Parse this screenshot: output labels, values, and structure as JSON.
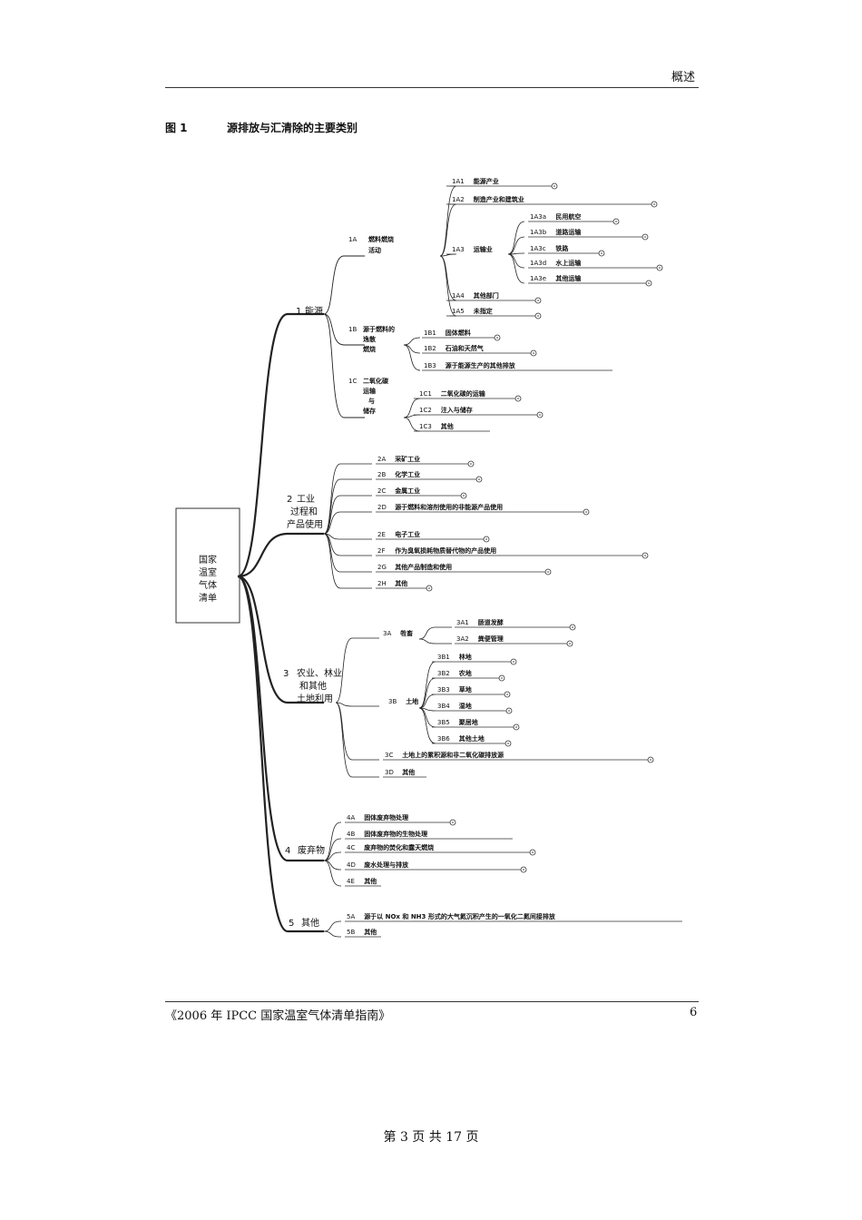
{
  "header": {
    "section": "概述"
  },
  "figure": {
    "number": "图 1",
    "title": "源排放与汇清除的主要类别"
  },
  "root": "国家温室气体清单",
  "diagram": {
    "nodes": [
      {
        "code": "1",
        "name": "能源",
        "lines": [
          "能源"
        ],
        "level": 1,
        "endFrac": null
      },
      {
        "code": "1A",
        "name": "燃料燃烧活动",
        "lines": [
          "燃料燃烧",
          "活动"
        ],
        "level": 2,
        "endFrac": null
      },
      {
        "code": "1A1",
        "name": "能源产业",
        "lines": [
          "能源产业"
        ],
        "level": 3,
        "endFrac": 0.4
      },
      {
        "code": "1A2",
        "name": "制造产业和建筑业",
        "lines": [
          "制造产业和建筑业"
        ],
        "level": 3,
        "endFrac": 0.6
      },
      {
        "code": "1A3",
        "name": "运输业",
        "lines": [
          "运输业"
        ],
        "level": 3,
        "endFrac": null
      },
      {
        "code": "1A3a",
        "name": "民用航空",
        "lines": [
          "民用航空"
        ],
        "level": 4,
        "endFrac": 0.5
      },
      {
        "code": "1A3b",
        "name": "道路运输",
        "lines": [
          "道路运输"
        ],
        "level": 4,
        "endFrac": 0.6
      },
      {
        "code": "1A3c",
        "name": "铁路",
        "lines": [
          "铁路"
        ],
        "level": 4,
        "endFrac": 0.2
      },
      {
        "code": "1A3d",
        "name": "水上运输",
        "lines": [
          "水上运输"
        ],
        "level": 4,
        "endFrac": 0.7
      },
      {
        "code": "1A3e",
        "name": "其他运输",
        "lines": [
          "其他运输"
        ],
        "level": 4,
        "endFrac": 0.6
      },
      {
        "code": "1A4",
        "name": "其他部门",
        "lines": [
          "其他部门"
        ],
        "level": 3,
        "endFrac": 0.2
      },
      {
        "code": "1A5",
        "name": "未指定",
        "lines": [
          "未指定"
        ],
        "level": 3,
        "endFrac": 0.2
      },
      {
        "code": "1B",
        "name": "源于燃料的逸散燃烧",
        "lines": [
          "源于燃料的",
          "逸散",
          "燃烧"
        ],
        "level": 2,
        "endFrac": null
      },
      {
        "code": "1B1",
        "name": "固体燃料",
        "lines": [
          "固体燃料"
        ],
        "level": 3,
        "endFrac": 0.2
      },
      {
        "code": "1B2",
        "name": "石油和天然气",
        "lines": [
          "石油和天然气"
        ],
        "level": 3,
        "endFrac": 0.3
      },
      {
        "code": "1B3",
        "name": "源于能源生产的其他排放",
        "lines": [
          "源于能源生产的其他排放"
        ],
        "level": 3,
        "endFrac": 0.3
      },
      {
        "code": "1C",
        "name": "二氧化碳运输与储存",
        "lines": [
          "二氧化碳",
          "运输",
          "与",
          "储存"
        ],
        "level": 2,
        "endFrac": null
      },
      {
        "code": "1C1",
        "name": "二氧化碳的运输",
        "lines": [
          "二氧化碳的运输"
        ],
        "level": 3,
        "endFrac": 0.2
      },
      {
        "code": "1C2",
        "name": "注入与储存",
        "lines": [
          "注入与储存"
        ],
        "level": 3,
        "endFrac": 0.5
      },
      {
        "code": "1C3",
        "name": "其他",
        "lines": [
          "其他"
        ],
        "level": 3,
        "endFrac": 0.3
      },
      {
        "code": "2",
        "name": "工业过程和产品使用",
        "lines": [
          "工业",
          "过程和",
          "产品使用"
        ],
        "level": 1,
        "endFrac": null
      },
      {
        "code": "2A",
        "name": "采矿工业",
        "lines": [
          "采矿工业"
        ],
        "level": 3,
        "endFrac": 0.3
      },
      {
        "code": "2B",
        "name": "化学工业",
        "lines": [
          "化学工业"
        ],
        "level": 3,
        "endFrac": 0.3
      },
      {
        "code": "2C",
        "name": "金属工业",
        "lines": [
          "金属工业"
        ],
        "level": 3,
        "endFrac": 0.2
      },
      {
        "code": "2D",
        "name": "源于燃料和溶剂使用的非能源产品使用",
        "lines": [
          "源于燃料和溶剂使用的非能源产品使用"
        ],
        "level": 3,
        "endFrac": 0.4
      },
      {
        "code": "2E",
        "name": "电子工业",
        "lines": [
          "电子工业"
        ],
        "level": 3,
        "endFrac": 0.6
      },
      {
        "code": "2F",
        "name": "作为臭氧损耗物质替代物的产品使用",
        "lines": [
          "作为臭氧损耗物质替代物的产品使用"
        ],
        "level": 3,
        "endFrac": 0.8
      },
      {
        "code": "2G",
        "name": "其他产品制造和使用",
        "lines": [
          "其他产品制造和使用"
        ],
        "level": 3,
        "endFrac": 0.5
      },
      {
        "code": "2H",
        "name": "其他",
        "lines": [
          "其他"
        ],
        "level": 3,
        "endFrac": 0.2
      },
      {
        "code": "3",
        "name": "农业、林业和其他土地利用",
        "lines": [
          "农业、林业",
          "和其他",
          "土地利用"
        ],
        "level": 1,
        "endFrac": null
      },
      {
        "code": "3A",
        "name": "牲畜",
        "lines": [
          "牲畜"
        ],
        "level": 2,
        "endFrac": null
      },
      {
        "code": "3A1",
        "name": "肠道发酵",
        "lines": [
          "肠道发酵"
        ],
        "level": 3,
        "endFrac": 0.5
      },
      {
        "code": "3A2",
        "name": "粪便管理",
        "lines": [
          "粪便管理"
        ],
        "level": 3,
        "endFrac": 0.5
      },
      {
        "code": "3B",
        "name": "土地",
        "lines": [
          "土地"
        ],
        "level": 2,
        "endFrac": null
      },
      {
        "code": "3B1",
        "name": "林地",
        "lines": [
          "林地"
        ],
        "level": 3,
        "endFrac": 0.4
      },
      {
        "code": "3B2",
        "name": "农地",
        "lines": [
          "农地"
        ],
        "level": 3,
        "endFrac": 0.3
      },
      {
        "code": "3B3",
        "name": "草地",
        "lines": [
          "草地"
        ],
        "level": 3,
        "endFrac": 0.3
      },
      {
        "code": "3B4",
        "name": "湿地",
        "lines": [
          "湿地"
        ],
        "level": 3,
        "endFrac": 0.3
      },
      {
        "code": "3B5",
        "name": "聚居地",
        "lines": [
          "聚居地"
        ],
        "level": 3,
        "endFrac": 0.3
      },
      {
        "code": "3B6",
        "name": "其他土地",
        "lines": [
          "其他土地"
        ],
        "level": 3,
        "endFrac": 0.2
      },
      {
        "code": "3C",
        "name": "土地上的累积源和非二氧化碳排放源",
        "lines": [
          "土地上的累积源和非二氧化碳排放源"
        ],
        "level": 3,
        "endFrac": 0.8
      },
      {
        "code": "3D",
        "name": "其他",
        "lines": [
          "其他"
        ],
        "level": 3,
        "endFrac": 0.2
      },
      {
        "code": "4",
        "name": "废弃物",
        "lines": [
          "废弃物"
        ],
        "level": 1,
        "endFrac": null
      },
      {
        "code": "4A",
        "name": "固体废弃物处理",
        "lines": [
          "固体废弃物处理"
        ],
        "level": 3,
        "endFrac": 0.4
      },
      {
        "code": "4B",
        "name": "固体废弃物的生物处理",
        "lines": [
          "固体废弃物的生物处理"
        ],
        "level": 3,
        "endFrac": 0.3
      },
      {
        "code": "4C",
        "name": "废弃物的焚化和露天燃烧",
        "lines": [
          "废弃物的焚化和露天燃烧"
        ],
        "level": 3,
        "endFrac": 0.3
      },
      {
        "code": "4D",
        "name": "废水处理与排放",
        "lines": [
          "废水处理与排放"
        ],
        "level": 3,
        "endFrac": 0.4
      },
      {
        "code": "4E",
        "name": "其他",
        "lines": [
          "其他"
        ],
        "level": 3,
        "endFrac": 0.2
      },
      {
        "code": "5",
        "name": "其他",
        "lines": [
          "其他"
        ],
        "level": 1,
        "endFrac": null
      },
      {
        "code": "5A",
        "name": "源于以NOx和NH3形式的大气氮沉积产生的一氧化二氮间接排放",
        "lines": [
          "源于以 NOx 和 NH3 形式的大气氮沉积产生的一氧化二氮间接排放"
        ],
        "level": 3,
        "endFrac": 0.2
      },
      {
        "code": "5B",
        "name": "其他",
        "lines": [
          "其他"
        ],
        "level": 3,
        "endFrac": 0.2
      }
    ]
  },
  "footer": {
    "source": "《2006 年 IPCC 国家温室气体清单指南》",
    "page": "6"
  },
  "pager": {
    "text": "第 3 页 共 17 页"
  }
}
